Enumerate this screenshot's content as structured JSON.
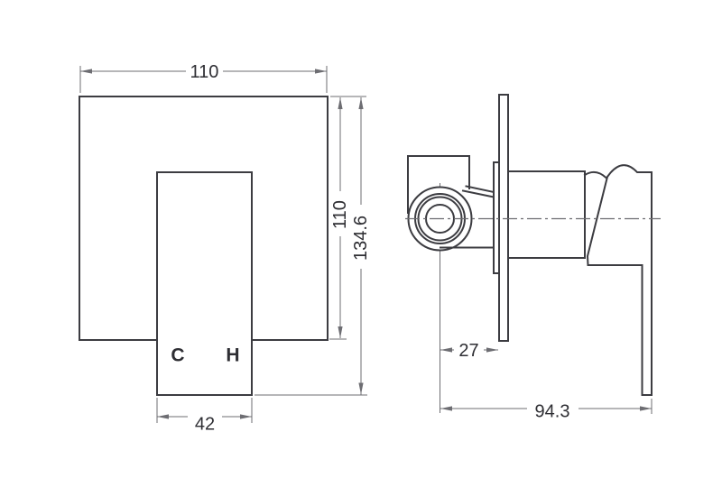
{
  "drawing_type": "technical drawing - concealed shower mixer, front and side views",
  "colors": {
    "background": "#ffffff",
    "object_line": "#3c3c41",
    "dimension_line": "#6d6d72",
    "text": "#2e2e33"
  },
  "front_view": {
    "port_labels": {
      "cold": "C",
      "hot": "H"
    },
    "dimensions": {
      "plate_width": "110",
      "plate_height": "110",
      "overall_height": "134.6",
      "handle_width": "42"
    }
  },
  "side_view": {
    "dimensions": {
      "center_to_plate_face": "27",
      "overall_depth": "94.3"
    }
  }
}
